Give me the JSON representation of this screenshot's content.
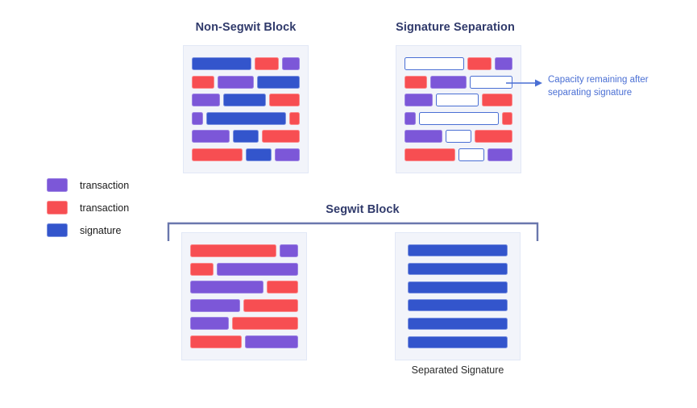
{
  "diagram": {
    "title_nonsegwit": "Non-Segwit Block",
    "title_signature_separation": "Signature Separation",
    "title_segwit": "Segwit Block",
    "caption_separated_signature": "Separated Signature",
    "annotation_text": "Capacity remaining after separating signature"
  },
  "colors": {
    "purple": "#7C57D8",
    "red": "#F74E52",
    "blue": "#3355CC",
    "hollow_border": "#4A6FD4",
    "panel_background": "#F2F4FA",
    "title_text": "#303A6B",
    "annotation_text": "#4A6FD4",
    "bracket": "#6A77AD"
  },
  "legend": {
    "items": [
      {
        "color": "purple",
        "label": "transaction"
      },
      {
        "color": "red",
        "label": "transaction"
      },
      {
        "color": "blue",
        "label": "signature"
      }
    ]
  },
  "blocks": {
    "nonsegwit": {
      "rows": [
        [
          {
            "type": "blue",
            "w": 53
          },
          {
            "type": "red",
            "w": 21
          },
          {
            "type": "purple",
            "w": 16
          }
        ],
        [
          {
            "type": "red",
            "w": 20
          },
          {
            "type": "purple",
            "w": 32
          },
          {
            "type": "blue",
            "w": 38
          }
        ],
        [
          {
            "type": "purple",
            "w": 25
          },
          {
            "type": "blue",
            "w": 38
          },
          {
            "type": "red",
            "w": 27
          }
        ],
        [
          {
            "type": "purple",
            "w": 10
          },
          {
            "type": "blue",
            "w": 69
          },
          {
            "type": "red",
            "w": 9
          }
        ],
        [
          {
            "type": "purple",
            "w": 33
          },
          {
            "type": "blue",
            "w": 22
          },
          {
            "type": "red",
            "w": 33
          }
        ],
        [
          {
            "type": "red",
            "w": 44
          },
          {
            "type": "blue",
            "w": 22
          },
          {
            "type": "purple",
            "w": 22
          }
        ]
      ]
    },
    "separation": {
      "rows": [
        [
          {
            "type": "hollow",
            "w": 53
          },
          {
            "type": "red",
            "w": 21
          },
          {
            "type": "purple",
            "w": 16
          }
        ],
        [
          {
            "type": "red",
            "w": 20
          },
          {
            "type": "purple",
            "w": 32
          },
          {
            "type": "hollow",
            "w": 38
          }
        ],
        [
          {
            "type": "purple",
            "w": 25
          },
          {
            "type": "hollow",
            "w": 38
          },
          {
            "type": "red",
            "w": 27
          }
        ],
        [
          {
            "type": "purple",
            "w": 10
          },
          {
            "type": "hollow",
            "w": 69
          },
          {
            "type": "red",
            "w": 9
          }
        ],
        [
          {
            "type": "purple",
            "w": 33
          },
          {
            "type": "hollow",
            "w": 22
          },
          {
            "type": "red",
            "w": 33
          }
        ],
        [
          {
            "type": "red",
            "w": 44
          },
          {
            "type": "hollow",
            "w": 22
          },
          {
            "type": "purple",
            "w": 22
          }
        ]
      ]
    },
    "segwit": {
      "rows": [
        [
          {
            "type": "red",
            "w": 74
          },
          {
            "type": "purple",
            "w": 16
          }
        ],
        [
          {
            "type": "red",
            "w": 20
          },
          {
            "type": "purple",
            "w": 70
          }
        ],
        [
          {
            "type": "purple",
            "w": 63
          },
          {
            "type": "red",
            "w": 27
          }
        ],
        [
          {
            "type": "purple",
            "w": 43
          },
          {
            "type": "red",
            "w": 47
          }
        ],
        [
          {
            "type": "purple",
            "w": 33
          },
          {
            "type": "red",
            "w": 57
          }
        ],
        [
          {
            "type": "red",
            "w": 44
          },
          {
            "type": "purple",
            "w": 46
          }
        ]
      ]
    },
    "separated_signature": {
      "rows": [
        [
          {
            "type": "blue",
            "w": 90
          }
        ],
        [
          {
            "type": "blue",
            "w": 90
          }
        ],
        [
          {
            "type": "blue",
            "w": 90
          }
        ],
        [
          {
            "type": "blue",
            "w": 90
          }
        ],
        [
          {
            "type": "blue",
            "w": 90
          }
        ],
        [
          {
            "type": "blue",
            "w": 90
          }
        ]
      ]
    }
  }
}
